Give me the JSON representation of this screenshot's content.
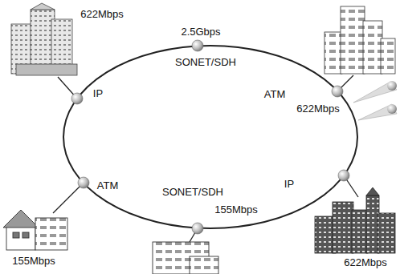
{
  "diagram": {
    "labels": [
      "622Mbps",
      "2.5Gbps",
      "SONET/SDH",
      "IP",
      "ATM",
      "622Mbps",
      "ATM",
      "SONET/SDH",
      "IP",
      "155Mbps",
      "155Mbps",
      "622Mbps"
    ]
  }
}
